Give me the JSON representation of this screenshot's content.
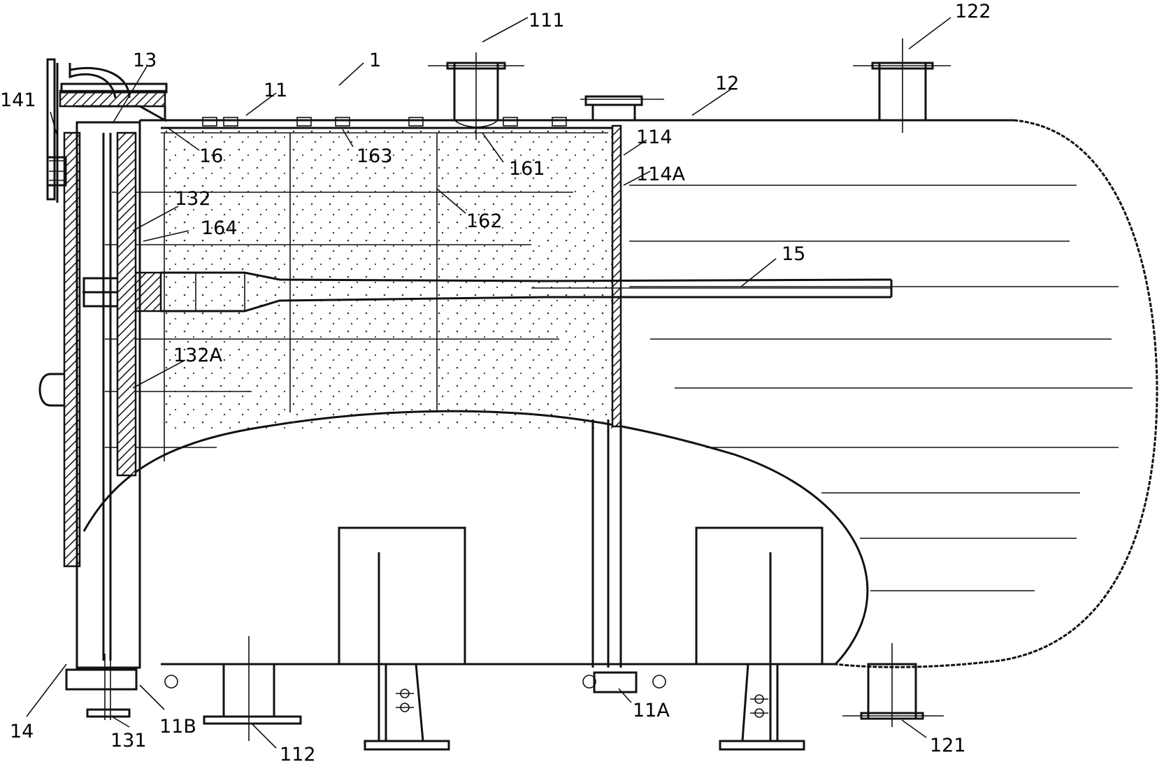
{
  "labels": {
    "l1": "1",
    "l11": "11",
    "l12": "12",
    "l13": "13",
    "l14": "14",
    "l15": "15",
    "l16": "16",
    "l111": "111",
    "l112": "112",
    "l114": "114",
    "l114a": "114A",
    "l11a": "11A",
    "l11b": "11B",
    "l121": "121",
    "l122": "122",
    "l131": "131",
    "l132": "132",
    "l132a": "132A",
    "l141": "141",
    "l161": "161",
    "l162": "162",
    "l163": "163",
    "l164": "164"
  },
  "colors": {
    "line": "#111111",
    "background": "#ffffff"
  }
}
